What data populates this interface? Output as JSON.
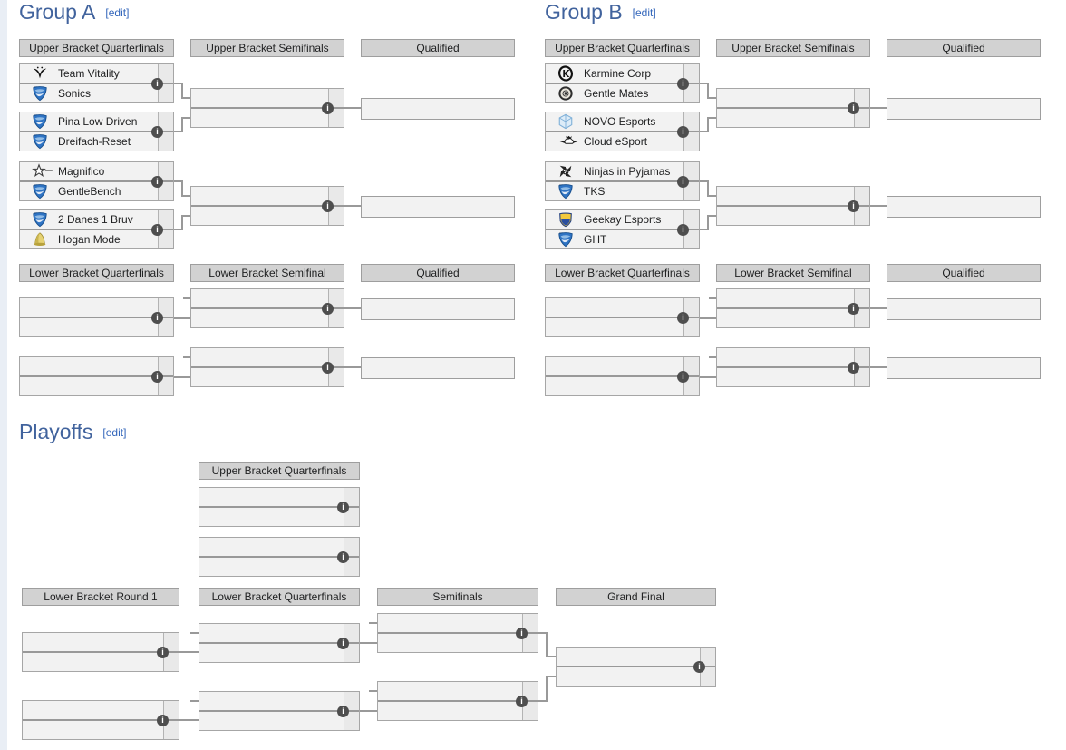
{
  "icons": {
    "info_glyph": "i"
  },
  "colors": {
    "heading_blue": "#41639d",
    "edit_link_blue": "#3366bb",
    "round_header_fill": "#d2d2d2",
    "match_fill": "#f2f2f2",
    "connector_gray": "#999999",
    "info_badge_gray": "#4e4e4e"
  },
  "group_a": {
    "title": "Group A",
    "edit_label": "[edit]",
    "round_headers": [
      "Upper Bracket Quarterfinals",
      "Upper Bracket Semifinals",
      "Qualified",
      "Lower Bracket Quarterfinals",
      "Lower Bracket Semifinal",
      "Qualified"
    ],
    "matches": [
      {
        "top": {
          "name": "Team Vitality",
          "icon": "team-vitality-icon"
        },
        "bottom": {
          "name": "Sonics",
          "icon": "rl-shield-icon"
        }
      },
      {
        "top": {
          "name": "Pina Low Driven",
          "icon": "rl-shield-icon"
        },
        "bottom": {
          "name": "Dreifach-Reset",
          "icon": "rl-shield-icon"
        }
      },
      {
        "top": {
          "name": "Magnifico",
          "icon": "magnifico-icon"
        },
        "bottom": {
          "name": "GentleBench",
          "icon": "rl-shield-icon"
        }
      },
      {
        "top": {
          "name": "2 Danes 1 Bruv",
          "icon": "rl-shield-icon"
        },
        "bottom": {
          "name": "Hogan Mode",
          "icon": "hogan-mode-icon"
        }
      }
    ]
  },
  "group_b": {
    "title": "Group B",
    "edit_label": "[edit]",
    "round_headers": [
      "Upper Bracket Quarterfinals",
      "Upper Bracket Semifinals",
      "Qualified",
      "Lower Bracket Quarterfinals",
      "Lower Bracket Semifinal",
      "Qualified"
    ],
    "matches": [
      {
        "top": {
          "name": "Karmine Corp",
          "icon": "karmine-corp-icon"
        },
        "bottom": {
          "name": "Gentle Mates",
          "icon": "gentle-mates-icon"
        }
      },
      {
        "top": {
          "name": "NOVO Esports",
          "icon": "novo-esports-icon"
        },
        "bottom": {
          "name": "Cloud eSport",
          "icon": "cloud-esport-icon"
        }
      },
      {
        "top": {
          "name": "Ninjas in Pyjamas",
          "icon": "ninjas-in-pyjamas-icon"
        },
        "bottom": {
          "name": "TKS",
          "icon": "rl-shield-icon"
        }
      },
      {
        "top": {
          "name": "Geekay Esports",
          "icon": "geekay-esports-icon"
        },
        "bottom": {
          "name": "GHT",
          "icon": "rl-shield-icon"
        }
      }
    ]
  },
  "playoffs": {
    "title": "Playoffs",
    "edit_label": "[edit]",
    "round_headers": [
      "Upper Bracket Quarterfinals",
      "Lower Bracket Round 1",
      "Lower Bracket Quarterfinals",
      "Semifinals",
      "Grand Final"
    ]
  }
}
